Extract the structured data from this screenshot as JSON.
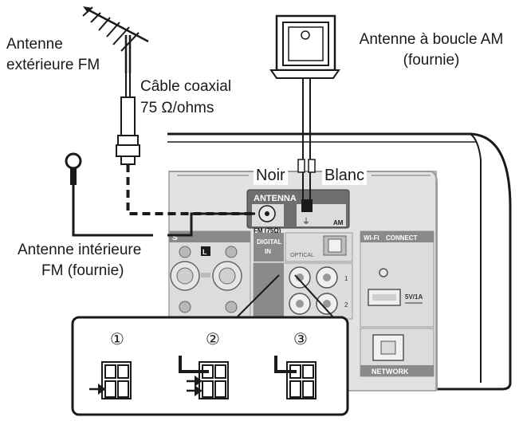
{
  "labels": {
    "fm_outdoor_line1": "Antenne",
    "fm_outdoor_line2": "extérieure FM",
    "coax_line1": "Câble coaxial",
    "coax_line2": "75 Ω/ohms",
    "am_loop_line1": "Antenne à boucle AM",
    "am_loop_line2": "(fournie)",
    "noir": "Noir",
    "blanc": "Blanc",
    "fm_indoor_line1": "Antenne intérieure",
    "fm_indoor_line2": "FM (fournie)"
  },
  "panel": {
    "antenna_title": "ANTENNA",
    "fm_label": "FM (75Ω)",
    "am_label": "AM",
    "speaker_label_partial": "S",
    "digital_in": "DIGITAL\nIN",
    "optical": "OPTICAL",
    "wifi": "WI-FI",
    "connect": "CONNECT",
    "usb_power": "5V/1A",
    "network": "NETWORK",
    "port_1": "1",
    "port_2": "2",
    "l_mark": "L"
  },
  "steps": [
    "①",
    "②",
    "③"
  ],
  "colors": {
    "line": "#1a1a1a",
    "panel_gray": "#c8c8c8",
    "panel_dark": "#6e6e6e",
    "panel_face": "#dcdcdc"
  }
}
